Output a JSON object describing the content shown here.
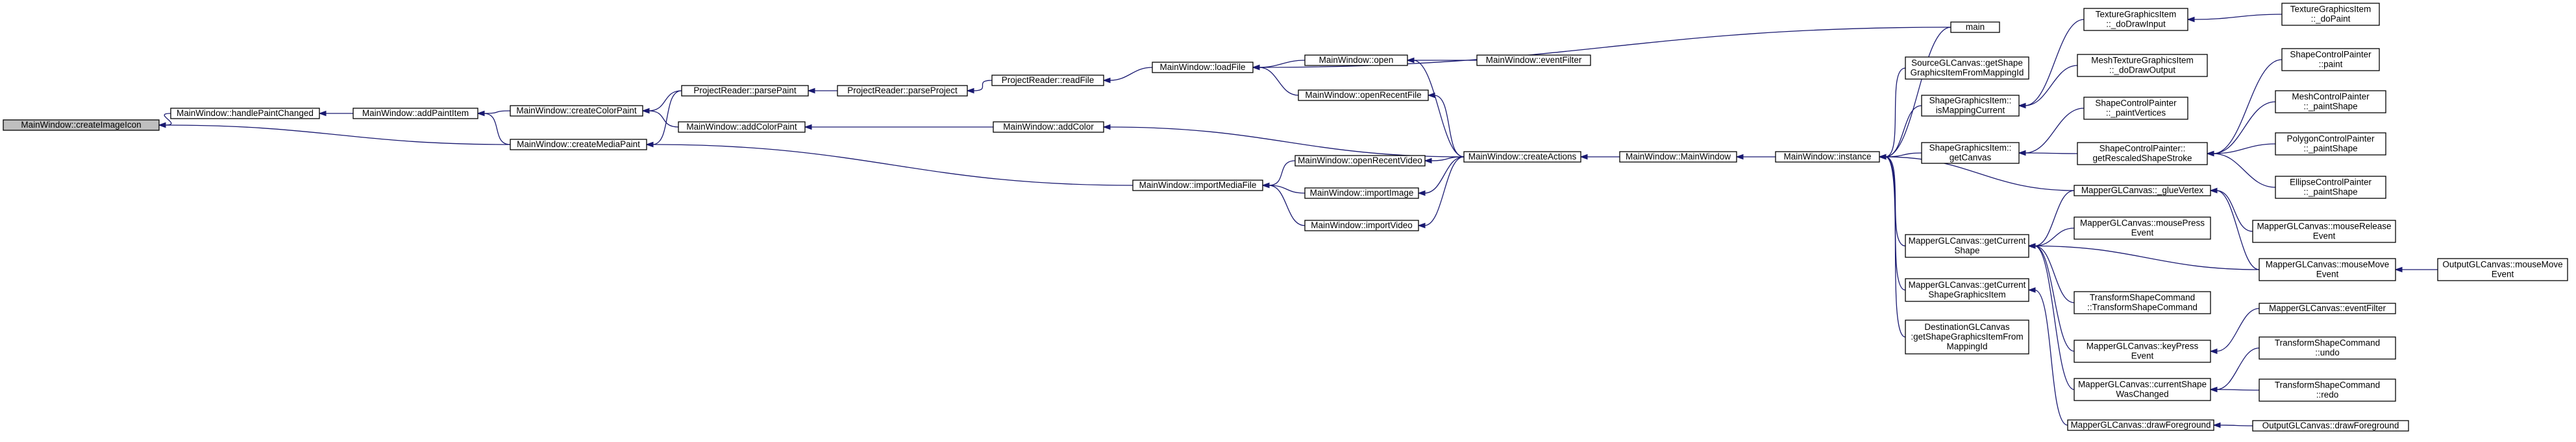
{
  "graph": {
    "nodes": [
      {
        "id": "createImageIcon",
        "lines": [
          "MainWindow::createImageIcon"
        ],
        "root": true
      },
      {
        "id": "handlePaintChanged",
        "lines": [
          "MainWindow::handlePaintChanged"
        ]
      },
      {
        "id": "addPaintItem",
        "lines": [
          "MainWindow::addPaintItem"
        ]
      },
      {
        "id": "createColorPaint",
        "lines": [
          "MainWindow::createColorPaint"
        ]
      },
      {
        "id": "createMediaPaint",
        "lines": [
          "MainWindow::createMediaPaint"
        ]
      },
      {
        "id": "parsePaint",
        "lines": [
          "ProjectReader::parsePaint"
        ]
      },
      {
        "id": "addColorPaint",
        "lines": [
          "MainWindow::addColorPaint"
        ]
      },
      {
        "id": "parseProject",
        "lines": [
          "ProjectReader::parseProject"
        ]
      },
      {
        "id": "readFile",
        "lines": [
          "ProjectReader::readFile"
        ]
      },
      {
        "id": "loadFile",
        "lines": [
          "MainWindow::loadFile"
        ]
      },
      {
        "id": "addColor",
        "lines": [
          "MainWindow::addColor"
        ]
      },
      {
        "id": "importMediaFile",
        "lines": [
          "MainWindow::importMediaFile"
        ]
      },
      {
        "id": "open",
        "lines": [
          "MainWindow::open"
        ]
      },
      {
        "id": "openRecentFile",
        "lines": [
          "MainWindow::openRecentFile"
        ]
      },
      {
        "id": "openRecentVideo",
        "lines": [
          "MainWindow::openRecentVideo"
        ]
      },
      {
        "id": "importImage",
        "lines": [
          "MainWindow::importImage"
        ]
      },
      {
        "id": "importVideo",
        "lines": [
          "MainWindow::importVideo"
        ]
      },
      {
        "id": "eventFilter",
        "lines": [
          "MainWindow::eventFilter"
        ]
      },
      {
        "id": "createActions",
        "lines": [
          "MainWindow::createActions"
        ]
      },
      {
        "id": "ctor",
        "lines": [
          "MainWindow::MainWindow"
        ]
      },
      {
        "id": "instance",
        "lines": [
          "MainWindow::instance"
        ]
      },
      {
        "id": "main",
        "lines": [
          "main"
        ]
      },
      {
        "id": "srcGetShape",
        "lines": [
          "SourceGLCanvas::getShape",
          "GraphicsItemFromMappingId"
        ]
      },
      {
        "id": "isMappingCurrent",
        "lines": [
          "ShapeGraphicsItem::",
          "isMappingCurrent"
        ]
      },
      {
        "id": "getCanvas",
        "lines": [
          "ShapeGraphicsItem::",
          "getCanvas"
        ]
      },
      {
        "id": "glueVertex",
        "lines": [
          "MapperGLCanvas::_glueVertex"
        ]
      },
      {
        "id": "getCurrentShape",
        "lines": [
          "MapperGLCanvas::getCurrent",
          "Shape"
        ]
      },
      {
        "id": "getCurrentShapeGI",
        "lines": [
          "MapperGLCanvas::getCurrent",
          "ShapeGraphicsItem"
        ]
      },
      {
        "id": "dstGetShape",
        "lines": [
          "DestinationGLCanvas",
          ":getShapeGraphicsItemFrom",
          "MappingId"
        ]
      },
      {
        "id": "texDrawInput",
        "lines": [
          "TextureGraphicsItem",
          "::_doDrawInput"
        ]
      },
      {
        "id": "meshDrawOutput",
        "lines": [
          "MeshTextureGraphicsItem",
          "::_doDrawOutput"
        ]
      },
      {
        "id": "paintVertices",
        "lines": [
          "ShapeControlPainter",
          "::_paintVertices"
        ]
      },
      {
        "id": "getRescaledStroke",
        "lines": [
          "ShapeControlPainter::",
          "getRescaledShapeStroke"
        ]
      },
      {
        "id": "mousePress",
        "lines": [
          "MapperGLCanvas::mousePress",
          "Event"
        ]
      },
      {
        "id": "tscCtor",
        "lines": [
          "TransformShapeCommand",
          "::TransformShapeCommand"
        ]
      },
      {
        "id": "keyPress",
        "lines": [
          "MapperGLCanvas::keyPress",
          "Event"
        ]
      },
      {
        "id": "currentShapeChanged",
        "lines": [
          "MapperGLCanvas::currentShape",
          "WasChanged"
        ]
      },
      {
        "id": "drawForeground",
        "lines": [
          "MapperGLCanvas::drawForeground"
        ]
      },
      {
        "id": "texDoPaint",
        "lines": [
          "TextureGraphicsItem",
          "::_doPaint"
        ]
      },
      {
        "id": "scpPaint",
        "lines": [
          "ShapeControlPainter",
          "::paint"
        ]
      },
      {
        "id": "meshPaintShape",
        "lines": [
          "MeshControlPainter",
          "::_paintShape"
        ]
      },
      {
        "id": "polyPaintShape",
        "lines": [
          "PolygonControlPainter",
          "::_paintShape"
        ]
      },
      {
        "id": "ellipsePaintShape",
        "lines": [
          "EllipseControlPainter",
          "::_paintShape"
        ]
      },
      {
        "id": "mouseRelease",
        "lines": [
          "MapperGLCanvas::mouseRelease",
          "Event"
        ]
      },
      {
        "id": "mouseMove",
        "lines": [
          "MapperGLCanvas::mouseMove",
          "Event"
        ]
      },
      {
        "id": "outMouseMove",
        "lines": [
          "OutputGLCanvas::mouseMove",
          "Event"
        ]
      },
      {
        "id": "mgEventFilter",
        "lines": [
          "MapperGLCanvas::eventFilter"
        ]
      },
      {
        "id": "tscUndo",
        "lines": [
          "TransformShapeCommand",
          "::undo"
        ]
      },
      {
        "id": "tscRedo",
        "lines": [
          "TransformShapeCommand",
          "::redo"
        ]
      },
      {
        "id": "outDrawForeground",
        "lines": [
          "OutputGLCanvas::drawForeground"
        ]
      }
    ],
    "edges": [
      [
        "handlePaintChanged",
        "createImageIcon"
      ],
      [
        "createMediaPaint",
        "createImageIcon"
      ],
      [
        "addPaintItem",
        "handlePaintChanged"
      ],
      [
        "createColorPaint",
        "addPaintItem"
      ],
      [
        "createMediaPaint",
        "addPaintItem"
      ],
      [
        "parsePaint",
        "createColorPaint"
      ],
      [
        "addColorPaint",
        "createColorPaint"
      ],
      [
        "parsePaint",
        "createMediaPaint"
      ],
      [
        "importMediaFile",
        "createMediaPaint"
      ],
      [
        "parseProject",
        "parsePaint"
      ],
      [
        "readFile",
        "parseProject"
      ],
      [
        "loadFile",
        "readFile"
      ],
      [
        "main",
        "loadFile"
      ],
      [
        "open",
        "loadFile"
      ],
      [
        "openRecentFile",
        "loadFile"
      ],
      [
        "addColor",
        "addColorPaint"
      ],
      [
        "createActions",
        "addColor"
      ],
      [
        "eventFilter",
        "open"
      ],
      [
        "createActions",
        "open"
      ],
      [
        "createActions",
        "openRecentFile"
      ],
      [
        "openRecentVideo",
        "importMediaFile"
      ],
      [
        "importImage",
        "importMediaFile"
      ],
      [
        "importVideo",
        "importMediaFile"
      ],
      [
        "createActions",
        "openRecentVideo"
      ],
      [
        "createActions",
        "importImage"
      ],
      [
        "createActions",
        "importVideo"
      ],
      [
        "ctor",
        "createActions"
      ],
      [
        "instance",
        "ctor"
      ],
      [
        "main",
        "instance"
      ],
      [
        "srcGetShape",
        "instance"
      ],
      [
        "isMappingCurrent",
        "instance"
      ],
      [
        "getCanvas",
        "instance"
      ],
      [
        "glueVertex",
        "instance"
      ],
      [
        "getCurrentShape",
        "instance"
      ],
      [
        "getCurrentShapeGI",
        "instance"
      ],
      [
        "dstGetShape",
        "instance"
      ],
      [
        "texDrawInput",
        "isMappingCurrent"
      ],
      [
        "meshDrawOutput",
        "isMappingCurrent"
      ],
      [
        "texDoPaint",
        "texDrawInput"
      ],
      [
        "paintVertices",
        "getCanvas"
      ],
      [
        "getRescaledStroke",
        "getCanvas"
      ],
      [
        "scpPaint",
        "getRescaledStroke"
      ],
      [
        "meshPaintShape",
        "getRescaledStroke"
      ],
      [
        "polyPaintShape",
        "getRescaledStroke"
      ],
      [
        "ellipsePaintShape",
        "getRescaledStroke"
      ],
      [
        "glueVertex",
        "getCurrentShape"
      ],
      [
        "mousePress",
        "getCurrentShape"
      ],
      [
        "mouseMove",
        "getCurrentShape"
      ],
      [
        "tscCtor",
        "getCurrentShape"
      ],
      [
        "keyPress",
        "getCurrentShape"
      ],
      [
        "currentShapeChanged",
        "getCurrentShape"
      ],
      [
        "mouseRelease",
        "glueVertex"
      ],
      [
        "mouseMove",
        "glueVertex"
      ],
      [
        "outMouseMove",
        "mouseMove"
      ],
      [
        "drawForeground",
        "getCurrentShapeGI"
      ],
      [
        "mgEventFilter",
        "keyPress"
      ],
      [
        "tscUndo",
        "currentShapeChanged"
      ],
      [
        "tscRedo",
        "currentShapeChanged"
      ],
      [
        "outDrawForeground",
        "drawForeground"
      ]
    ]
  }
}
